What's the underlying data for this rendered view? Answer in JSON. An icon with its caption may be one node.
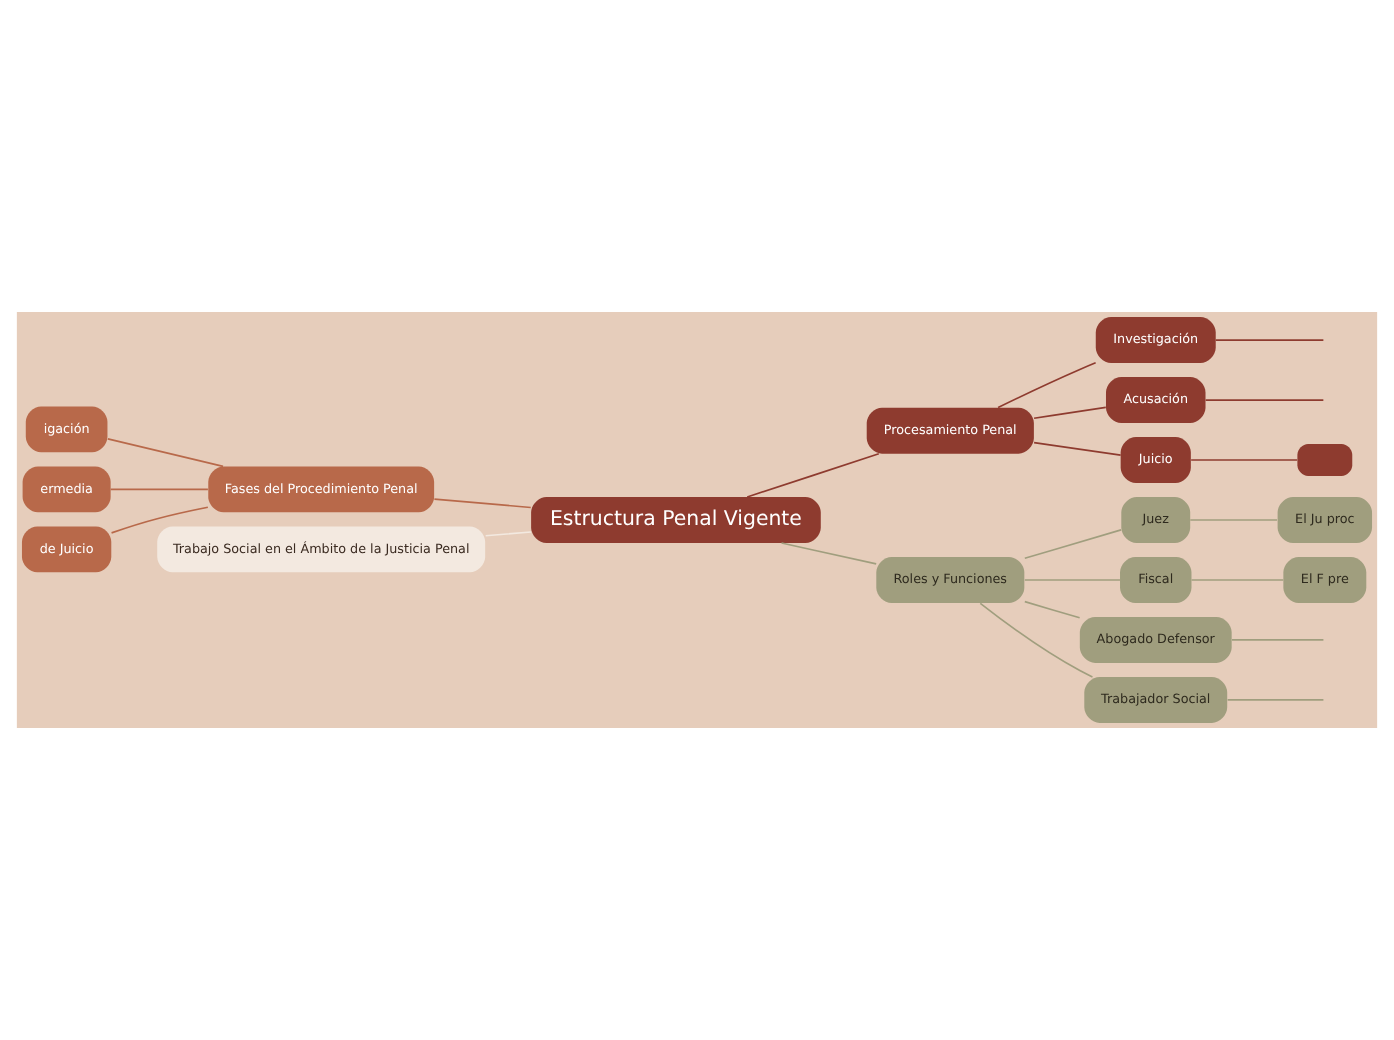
{
  "diagram": {
    "nodes": [
      {
        "text": [
          "Estructura Penal Vigente"
        ]
      },
      {
        "text": [
          "Fases del Procedimiento Penal"
        ]
      },
      {
        "text": [
          "igación"
        ]
      },
      {
        "text": [
          "ermedia"
        ]
      },
      {
        "text": [
          "de Juicio"
        ]
      },
      {
        "text": [
          "Trabajo Social en el Ámbito de la Justicia Penal"
        ]
      },
      {
        "text": [
          "Procesamiento Penal"
        ]
      },
      {
        "text": [
          "Investigación"
        ]
      },
      {
        "text": [
          "Acusación"
        ]
      },
      {
        "text": [
          "Juicio"
        ]
      },
      {
        "text": [],
        "shape": "box"
      },
      {
        "text": [
          "Roles y Funciones"
        ]
      },
      {
        "text": [
          "Juez"
        ]
      },
      {
        "text": [
          "El Ju proc"
        ]
      },
      {
        "text": [
          "Fiscal"
        ]
      },
      {
        "text": [
          "El F pre"
        ]
      },
      {
        "text": [
          "Abogado Defensor"
        ]
      },
      {
        "text": [
          "Trabajador Social"
        ]
      }
    ],
    "edges": [
      {
        "from": 0,
        "to": 1,
        "arrow": "none",
        "color": "#b8694a"
      },
      {
        "from": 1,
        "to": 2,
        "arrow": "none",
        "color": "#b8694a"
      },
      {
        "from": 1,
        "to": 3,
        "arrow": "none",
        "color": "#b8694a"
      },
      {
        "from": 1,
        "to": 4,
        "arrow": "none",
        "color": "#b8694a"
      },
      {
        "from": 0,
        "to": 5,
        "arrow": "none",
        "color": "#f3e9e0"
      },
      {
        "from": 0,
        "to": 6,
        "arrow": "none",
        "color": "#8e3b2f"
      },
      {
        "from": 6,
        "to": 7,
        "arrow": "none",
        "color": "#8e3b2f"
      },
      {
        "from": 7,
        "to": null,
        "arrow": "none",
        "color": "#8e3b2f"
      },
      {
        "from": 6,
        "to": 8,
        "arrow": "none",
        "color": "#8e3b2f"
      },
      {
        "from": 8,
        "to": null,
        "arrow": "none",
        "color": "#8e3b2f"
      },
      {
        "from": 6,
        "to": 9,
        "arrow": "none",
        "color": "#8e3b2f"
      },
      {
        "from": 9,
        "to": 10,
        "arrow": "none",
        "color": "#8e3b2f"
      },
      {
        "from": 0,
        "to": 11,
        "arrow": "none"
      },
      {
        "from": 11,
        "to": 12,
        "arrow": "none"
      },
      {
        "from": 12,
        "to": 13,
        "arrow": "none"
      },
      {
        "from": 11,
        "to": 14,
        "arrow": "none"
      },
      {
        "from": 14,
        "to": 15,
        "arrow": "none"
      },
      {
        "from": 11,
        "to": 16,
        "arrow": "none"
      },
      {
        "from": 16,
        "to": null,
        "arrow": "none"
      },
      {
        "from": 11,
        "to": 17,
        "arrow": "none"
      },
      {
        "from": 17,
        "to": null,
        "arrow": "none"
      }
    ]
  }
}
